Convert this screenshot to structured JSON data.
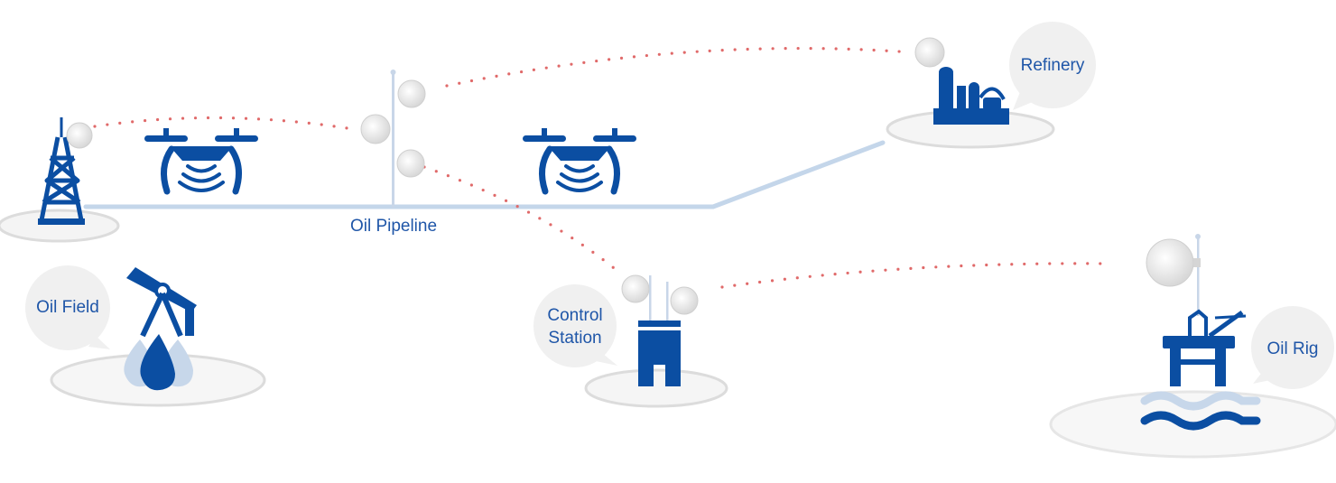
{
  "labels": {
    "oil_pipeline": "Oil Pipeline",
    "refinery": "Refinery",
    "oil_field": "Oil Field",
    "control_station_line1": "Control",
    "control_station_line2": "Station",
    "oil_rig": "Oil Rig"
  },
  "colors": {
    "icon_blue": "#0b4ea2",
    "light_blue": "#c7d7ea",
    "pipeline": "#c4d6ea",
    "link_dots": "#e06a6a",
    "bubble": "#f0f0f0",
    "platform_ring": "#d9d9d9"
  },
  "icons": [
    "oil-derrick-icon",
    "drone-icon",
    "antenna-mast-icon",
    "refinery-icon",
    "pump-jack-icon",
    "oil-drops-icon",
    "control-station-icon",
    "oil-rig-icon",
    "radio-dish-icon"
  ]
}
